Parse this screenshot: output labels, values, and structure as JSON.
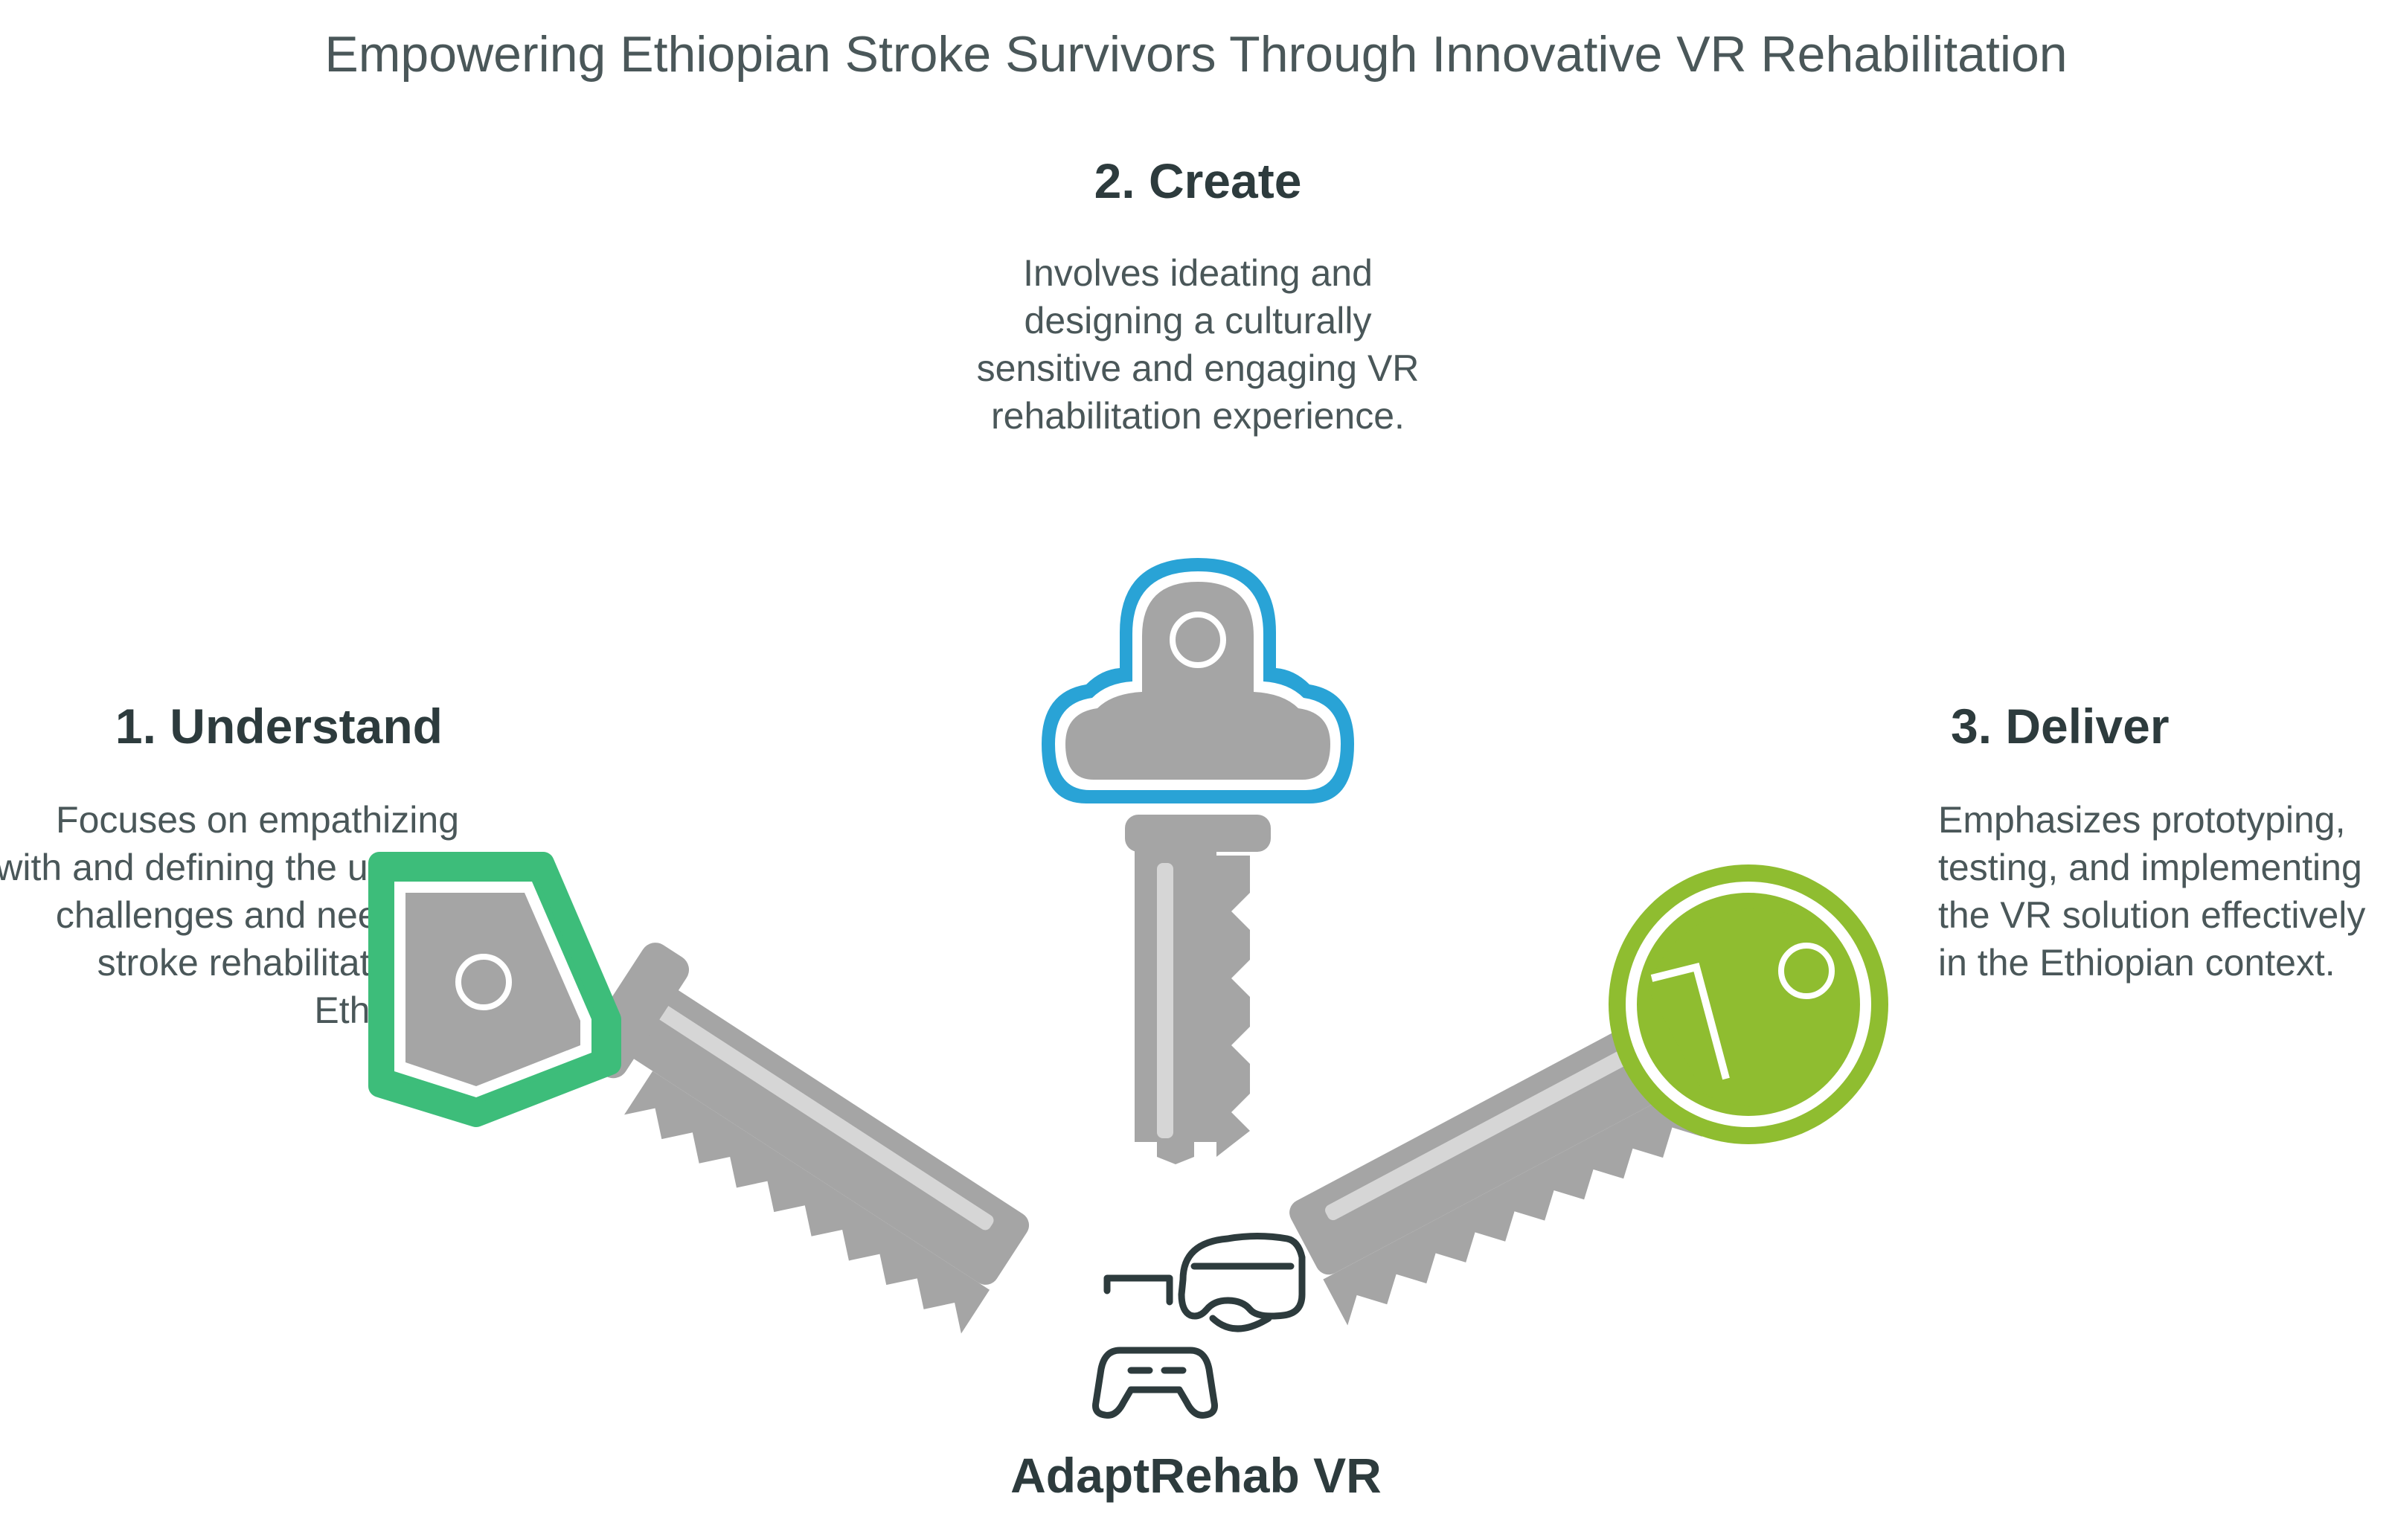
{
  "title": "Empowering Ethiopian Stroke Survivors Through Innovative VR Rehabilitation",
  "center_label": "AdaptRehab VR",
  "colors": {
    "understand": "#3dbd7a",
    "create": "#29a3d6",
    "deliver": "#8fbd30",
    "key_gray": "#a5a5a5",
    "text_dark": "#2d3b3d",
    "text_body": "#4a5759"
  },
  "steps": [
    {
      "heading": "1. Understand",
      "description": "Focuses on empathizing with and defining the unique challenges and needs of stroke rehabilitation in Ethiopia."
    },
    {
      "heading": "2. Create",
      "description": "Involves ideating and designing a culturally sensitive and engaging VR rehabilitation experience."
    },
    {
      "heading": "3. Deliver",
      "description": "Emphasizes prototyping, testing, and implementing the VR solution effectively in the Ethiopian context."
    }
  ],
  "icons": [
    "vr-headset-icon",
    "game-controller-icon"
  ]
}
